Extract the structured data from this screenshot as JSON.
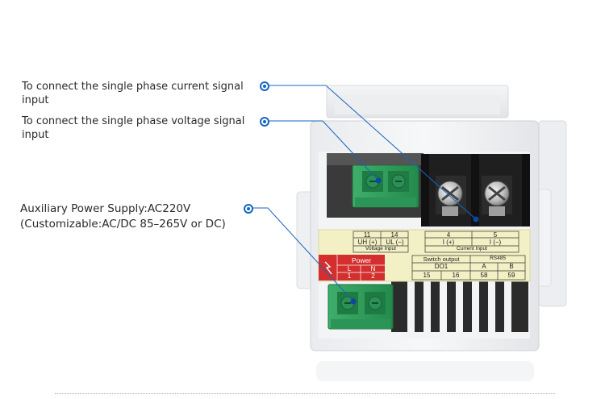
{
  "callouts": {
    "current": "To connect the single phase current signal input",
    "voltage": "To connect the single phase voltage signal input",
    "aux_line1": "Auxiliary Power Supply:AC220V",
    "aux_line2": "(Customizable:AC/DC 85–265V or DC)"
  },
  "label_plate": {
    "voltage_terminals": [
      "11",
      "14"
    ],
    "voltage_signals": [
      "UH (+)",
      "UL (−)"
    ],
    "voltage_caption": "Voltage Input",
    "current_terminals": [
      "4",
      "5"
    ],
    "current_signals": [
      "I (+)",
      "I (−)"
    ],
    "current_caption": "Current Input",
    "switch_output": "Switch output",
    "rs485": "RS485",
    "do1": "DO1",
    "a": "A",
    "b": "B",
    "switch_terminals": [
      "15",
      "16",
      "58",
      "59"
    ],
    "power_title": "Power",
    "power_pins": [
      "L",
      "N"
    ],
    "power_numbers": [
      "1",
      "2"
    ]
  },
  "colors": {
    "callout_line": "#1565c0",
    "terminal_green": "#2e9e5b",
    "power_red": "#d32f2f",
    "plate_yellow": "#f2f0c4"
  }
}
